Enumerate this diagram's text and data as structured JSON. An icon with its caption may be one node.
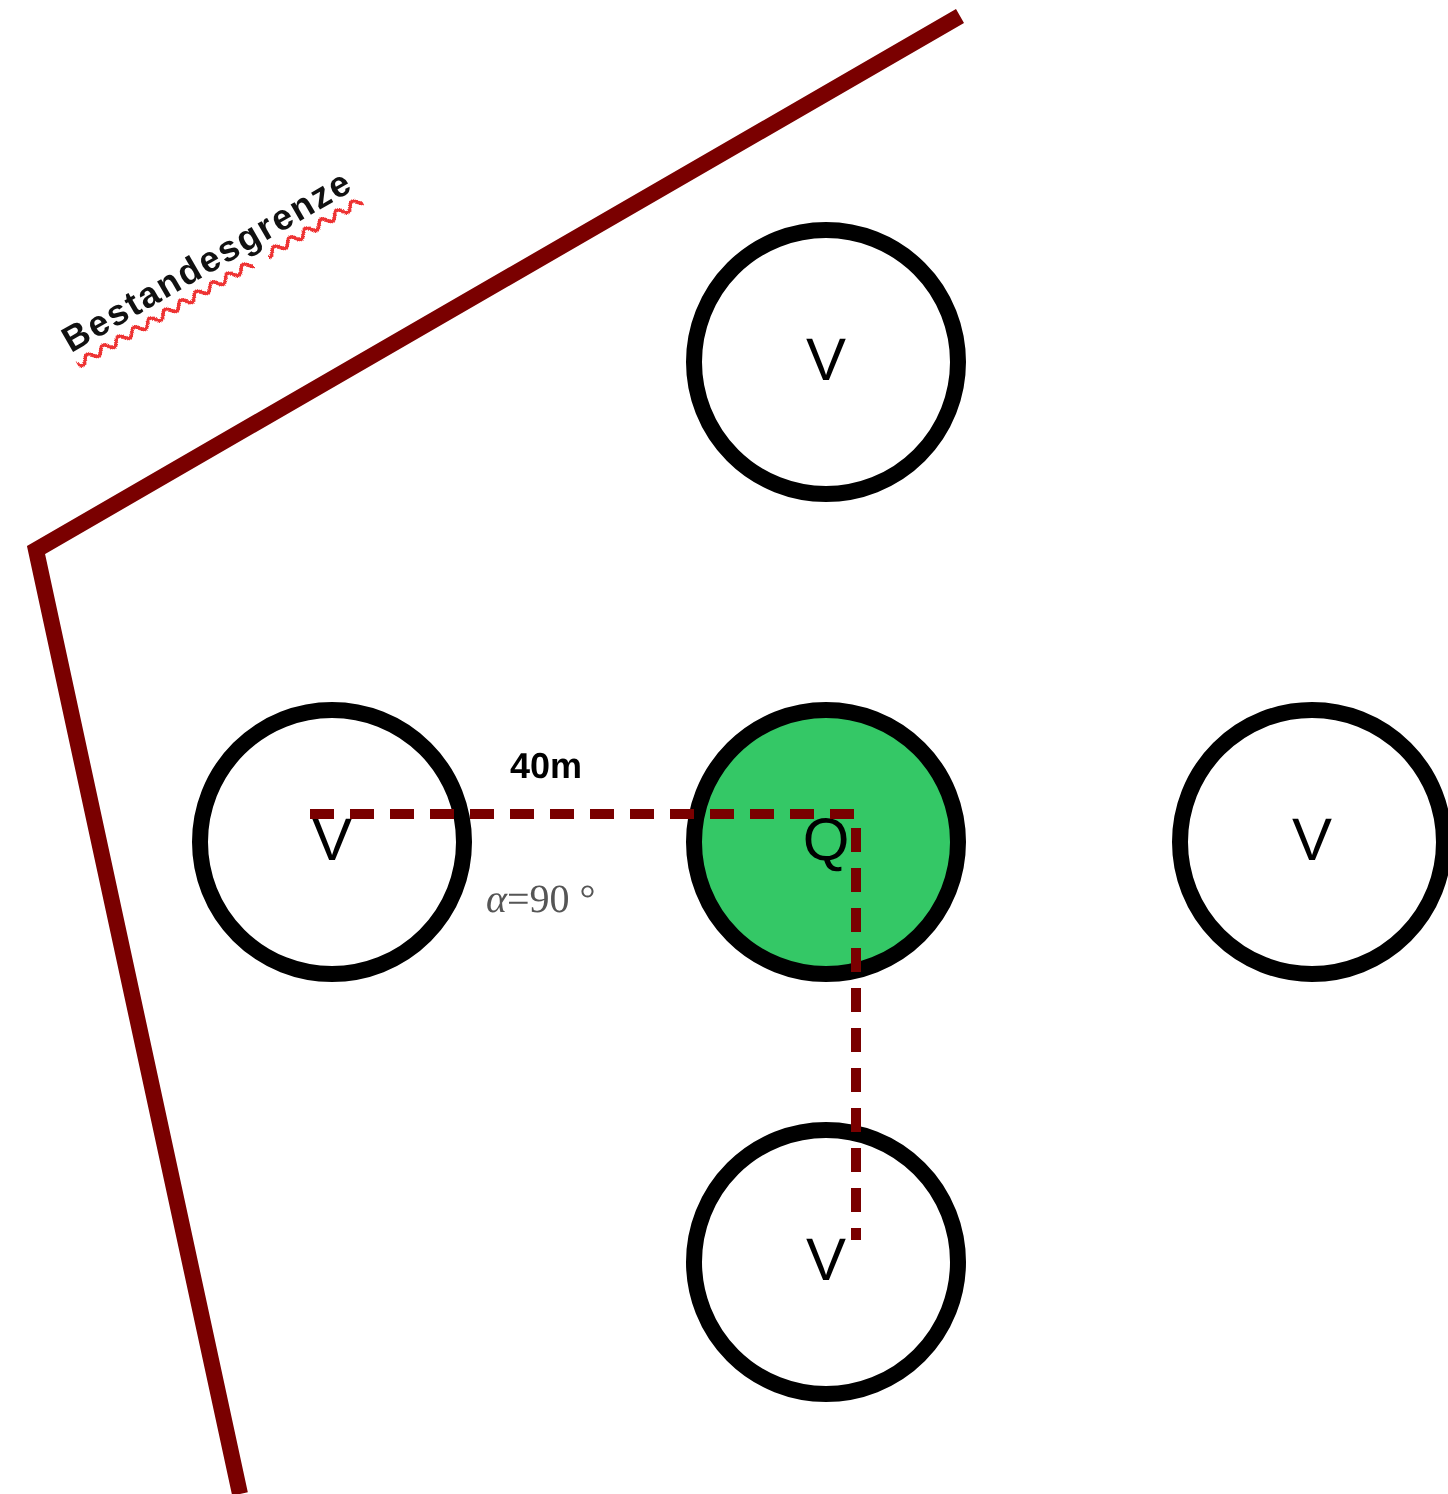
{
  "diagram": {
    "nodes": [
      {
        "text": [
          "V"
        ]
      },
      {
        "text": [
          "V"
        ]
      },
      {
        "text": [
          "Q"
        ]
      },
      {
        "text": [
          "V"
        ]
      },
      {
        "text": [
          "V"
        ]
      }
    ],
    "labels": [
      "Bestandesgrenze",
      "40m",
      "*α*=90 °"
    ]
  }
}
